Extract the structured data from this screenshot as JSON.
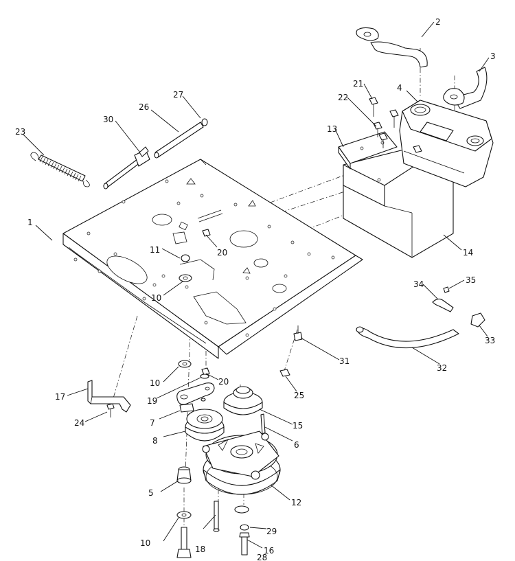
{
  "diagram": {
    "callouts": [
      {
        "id": "c1",
        "label": "1"
      },
      {
        "id": "c2",
        "label": "2"
      },
      {
        "id": "c3",
        "label": "3"
      },
      {
        "id": "c4",
        "label": "4"
      },
      {
        "id": "c5",
        "label": "5"
      },
      {
        "id": "c6",
        "label": "6"
      },
      {
        "id": "c7",
        "label": "7"
      },
      {
        "id": "c8",
        "label": "8"
      },
      {
        "id": "c10a",
        "label": "10"
      },
      {
        "id": "c10b",
        "label": "10"
      },
      {
        "id": "c10c",
        "label": "10"
      },
      {
        "id": "c11",
        "label": "11"
      },
      {
        "id": "c12",
        "label": "12"
      },
      {
        "id": "c13",
        "label": "13"
      },
      {
        "id": "c14",
        "label": "14"
      },
      {
        "id": "c15",
        "label": "15"
      },
      {
        "id": "c16",
        "label": "16"
      },
      {
        "id": "c17",
        "label": "17"
      },
      {
        "id": "c18",
        "label": "18"
      },
      {
        "id": "c19",
        "label": "19"
      },
      {
        "id": "c20a",
        "label": "20"
      },
      {
        "id": "c20b",
        "label": "20"
      },
      {
        "id": "c21",
        "label": "21"
      },
      {
        "id": "c22",
        "label": "22"
      },
      {
        "id": "c23",
        "label": "23"
      },
      {
        "id": "c24",
        "label": "24"
      },
      {
        "id": "c25",
        "label": "25"
      },
      {
        "id": "c26",
        "label": "26"
      },
      {
        "id": "c27",
        "label": "27"
      },
      {
        "id": "c28",
        "label": "28"
      },
      {
        "id": "c29",
        "label": "29"
      },
      {
        "id": "c30",
        "label": "30"
      },
      {
        "id": "c31",
        "label": "31"
      },
      {
        "id": "c32",
        "label": "32"
      },
      {
        "id": "c33",
        "label": "33"
      },
      {
        "id": "c34",
        "label": "34"
      },
      {
        "id": "c35",
        "label": "35"
      }
    ]
  }
}
